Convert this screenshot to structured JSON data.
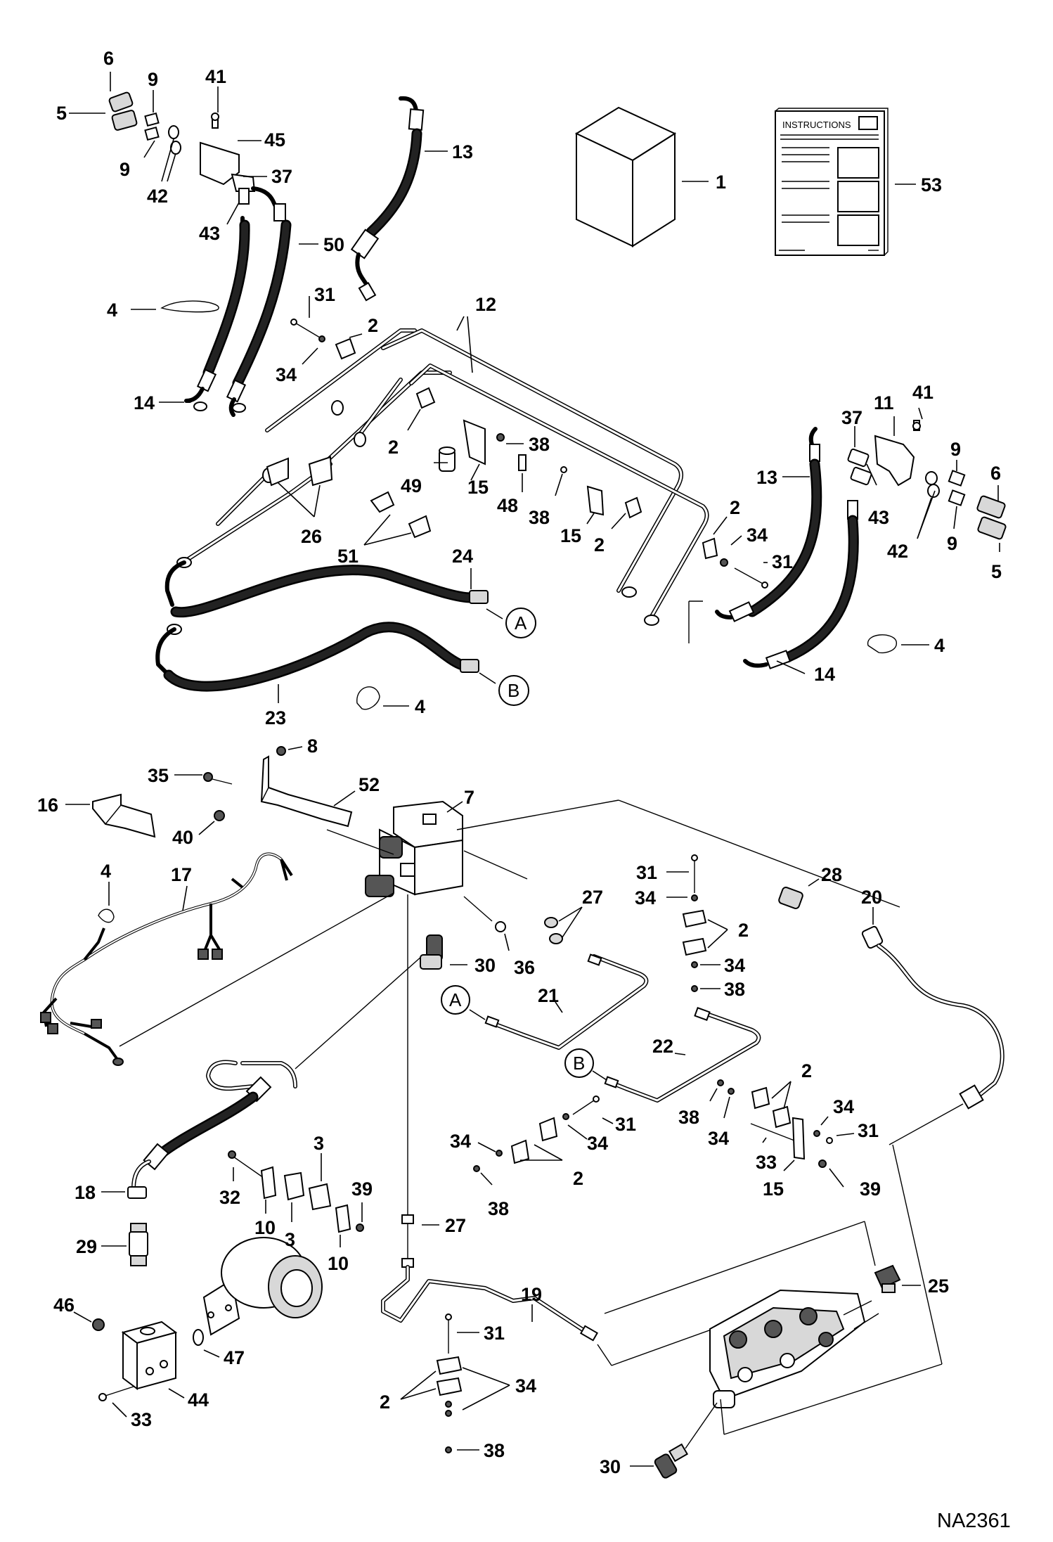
{
  "diagram": {
    "document_id": "NA2361",
    "instructions_label": "INSTRUCTIONS",
    "connector_labels": {
      "a": "A",
      "b": "B"
    },
    "callouts": {
      "c1": "1",
      "c53": "53",
      "c13a": "13",
      "c13b": "13",
      "c12": "12",
      "c6a": "6",
      "c6b": "6",
      "c5a": "5",
      "c5b": "5",
      "c9a": "9",
      "c9b": "9",
      "c9c": "9",
      "c9d": "9",
      "c41a": "41",
      "c41b": "41",
      "c45": "45",
      "c37a": "37",
      "c37b": "37",
      "c42a": "42",
      "c42b": "42",
      "c43a": "43",
      "c43b": "43",
      "c50": "50",
      "c4a": "4",
      "c4b": "4",
      "c4c": "4",
      "c4d": "4",
      "c31a": "31",
      "c31b": "31",
      "c31c": "31",
      "c31d": "31",
      "c31e": "31",
      "c31f": "31",
      "c34a": "34",
      "c34b": "34",
      "c34c": "34",
      "c34d": "34",
      "c34e": "34",
      "c34f": "34",
      "c34g": "34",
      "c34h": "34",
      "c34i": "34",
      "c2a": "2",
      "c2b": "2",
      "c2c": "2",
      "c2d": "2",
      "c2e": "2",
      "c2f": "2",
      "c2g": "2",
      "c2h": "2",
      "c14a": "14",
      "c14b": "14",
      "c38a": "38",
      "c38b": "38",
      "c38c": "38",
      "c38d": "38",
      "c38e": "38",
      "c38f": "38",
      "c15a": "15",
      "c15b": "15",
      "c15c": "15",
      "c49": "49",
      "c48": "48",
      "c11": "11",
      "c26": "26",
      "c51": "51",
      "c24": "24",
      "c23": "23",
      "c8": "8",
      "c35": "35",
      "c52": "52",
      "c7": "7",
      "c16": "16",
      "c40": "40",
      "c17": "17",
      "c28": "28",
      "c20": "20",
      "c27a": "27",
      "c27b": "27",
      "c30a": "30",
      "c30b": "30",
      "c36": "36",
      "c21": "21",
      "c22": "22",
      "c3a": "3",
      "c3b": "3",
      "c32": "32",
      "c10a": "10",
      "c10b": "10",
      "c39a": "39",
      "c39b": "39",
      "c18": "18",
      "c29": "29",
      "c19": "19",
      "c25": "25",
      "c46": "46",
      "c47": "47",
      "c44": "44",
      "c33a": "33",
      "c33b": "33"
    }
  }
}
